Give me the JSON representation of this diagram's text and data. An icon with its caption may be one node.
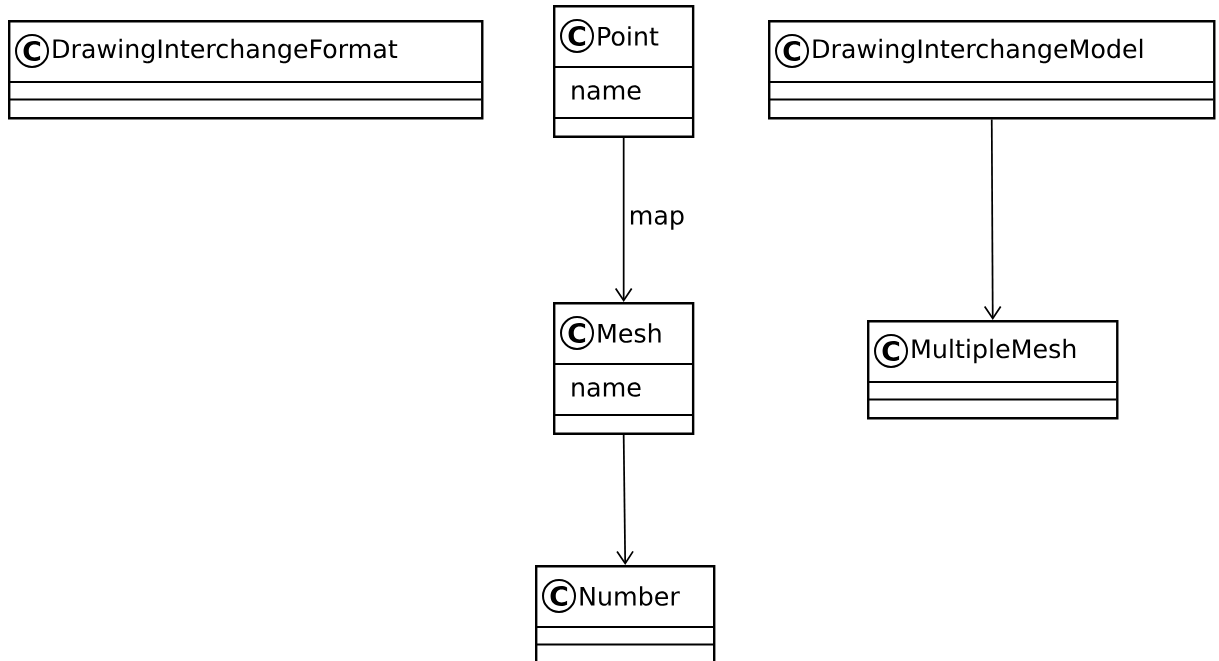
{
  "diagram": {
    "nodes": [
      {
        "text": [
          "C",
          "DrawingInterchangeFormat"
        ]
      },
      {
        "text": [
          "C",
          "Point",
          "name"
        ]
      },
      {
        "text": [
          "C",
          "DrawingInterchangeModel"
        ]
      },
      {
        "text": [
          "C",
          "Mesh",
          "name"
        ]
      },
      {
        "text": [
          "C",
          "MultipleMesh"
        ]
      },
      {
        "text": [
          "C",
          "Number"
        ]
      }
    ],
    "edges": [
      {
        "from": 1,
        "to": 3,
        "arrow": "to",
        "label": "map"
      },
      {
        "from": 3,
        "to": 5,
        "arrow": "to"
      },
      {
        "from": 2,
        "to": 4,
        "arrow": "to"
      }
    ]
  }
}
